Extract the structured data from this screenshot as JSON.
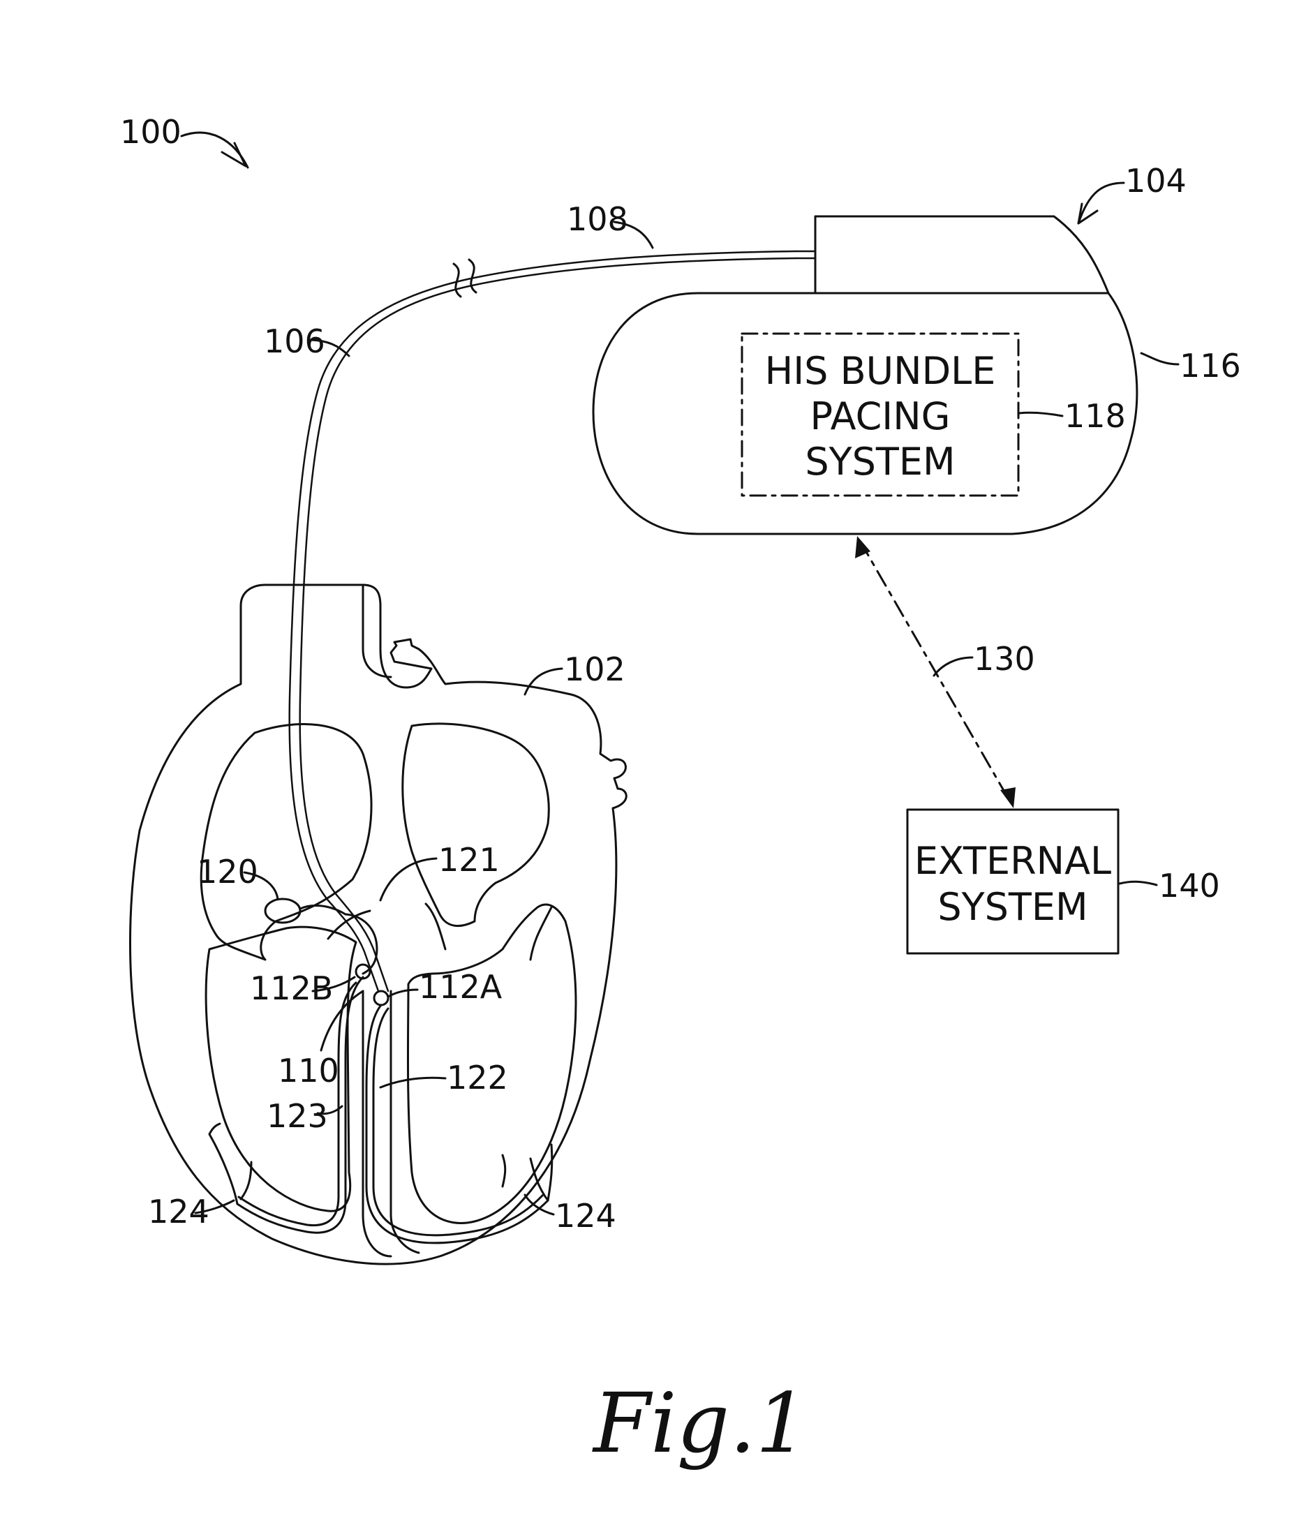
{
  "figure": {
    "caption": "Fig.1",
    "colors": {
      "line": "#111111",
      "background": "#ffffff"
    }
  },
  "labels": {
    "system": "100",
    "heart": "102",
    "device": "104",
    "lead": "106",
    "lead_proximal": "108",
    "lead_tip": "110",
    "electrode_a": "112A",
    "electrode_b": "112B",
    "housing": "116",
    "pacing_system": "118",
    "sa_node": "120",
    "av_node": "121",
    "right_bundle": "122",
    "left_bundle": "123",
    "purkinje_left": "124",
    "purkinje_right": "124",
    "telemetry_link": "130",
    "external_system": "140"
  },
  "boxes": {
    "pacing_system": {
      "lines": [
        "HIS  BUNDLE",
        "PACING",
        "SYSTEM"
      ]
    },
    "external_system": {
      "lines": [
        "EXTERNAL",
        "SYSTEM"
      ]
    }
  }
}
